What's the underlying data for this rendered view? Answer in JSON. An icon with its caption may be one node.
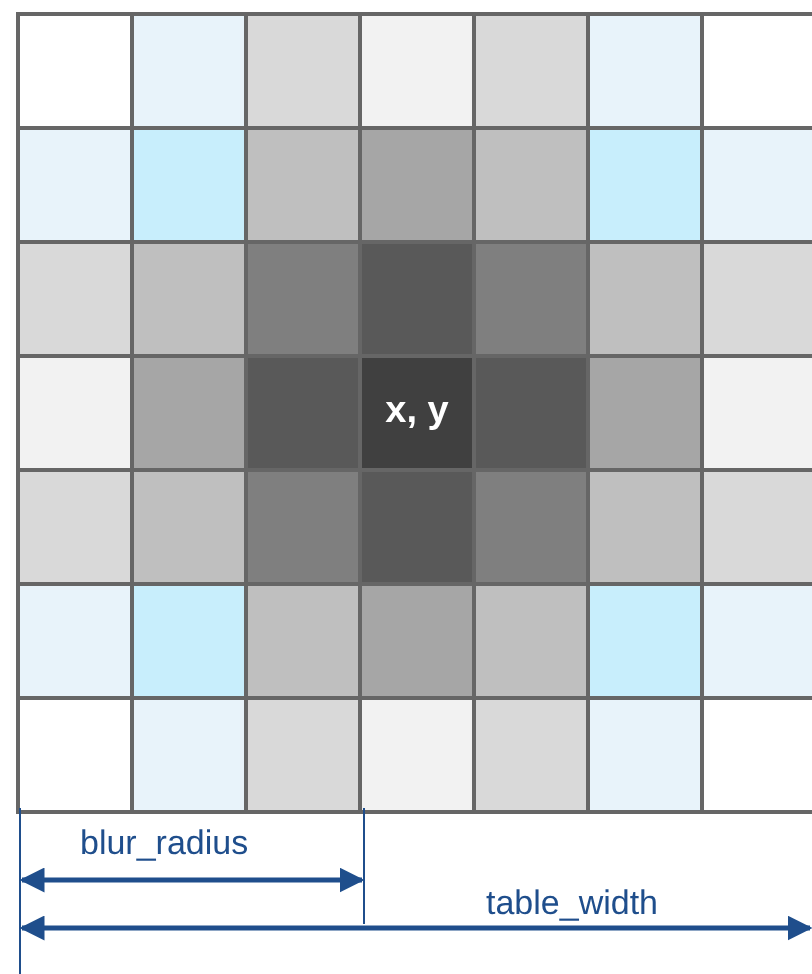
{
  "diagram": {
    "labels": [
      "x, y",
      "blur_radius",
      "table_width"
    ]
  }
}
